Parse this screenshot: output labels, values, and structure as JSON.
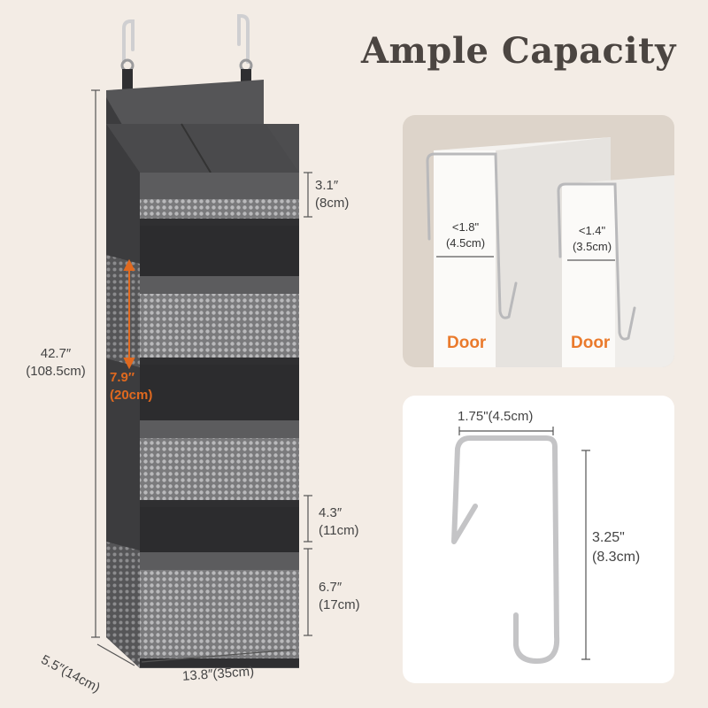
{
  "title": "Ample Capacity",
  "organizer": {
    "height_in": "42.7″",
    "height_cm": "(108.5cm)",
    "top_pocket_in": "3.1″",
    "top_pocket_cm": "(8cm)",
    "side_pocket_in": "7.9″",
    "side_pocket_cm": "(20cm)",
    "mid_pocket_in": "4.3″",
    "mid_pocket_cm": "(11cm)",
    "bottom_pocket_in": "6.7″",
    "bottom_pocket_cm": "(17cm)",
    "depth": "5.5″(14cm)",
    "width": "13.8″(35cm)"
  },
  "door_panel": {
    "left_gap_in": "<1.8\"",
    "left_gap_cm": "(4.5cm)",
    "right_gap_in": "<1.4\"",
    "right_gap_cm": "(3.5cm)",
    "left_door_label": "Door",
    "right_door_label": "Door"
  },
  "hook_panel": {
    "width": "1.75\"(4.5cm)",
    "height_in": "3.25\"",
    "height_cm": "(8.3cm)"
  },
  "colors": {
    "background": "#f3ece5",
    "organizer_fabric": "#4a4a4c",
    "accent_orange": "#e0691f"
  }
}
